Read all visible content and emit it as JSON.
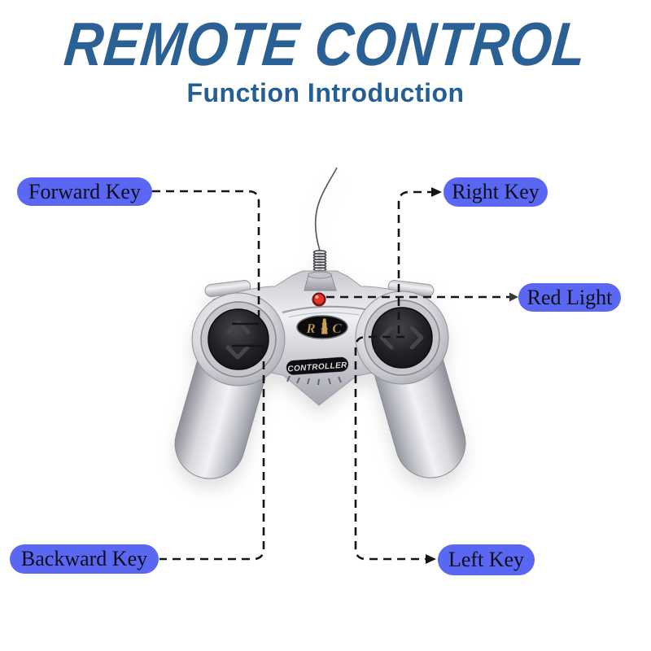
{
  "header": {
    "title": "REMOTE CONTROL",
    "subtitle": "Function Introduction"
  },
  "labels": {
    "forward": "Forward Key",
    "right": "Right Key",
    "red_light": "Red Light",
    "backward": "Backward Key",
    "left": "Left Key"
  },
  "controller": {
    "logo_left": "R",
    "logo_right": "C",
    "badge": "CONTROLLER"
  },
  "colors": {
    "title_blue": "#2b6094",
    "subtitle_blue": "#235e94",
    "label_pill_blue": "#5a67f3",
    "label_text": "#0e0e16",
    "callout_line": "#151515",
    "led_red": "#e8322a",
    "controller_silver": "#d8d9de",
    "pad_black": "#1c1c20",
    "logo_gold": "#c8a055"
  }
}
